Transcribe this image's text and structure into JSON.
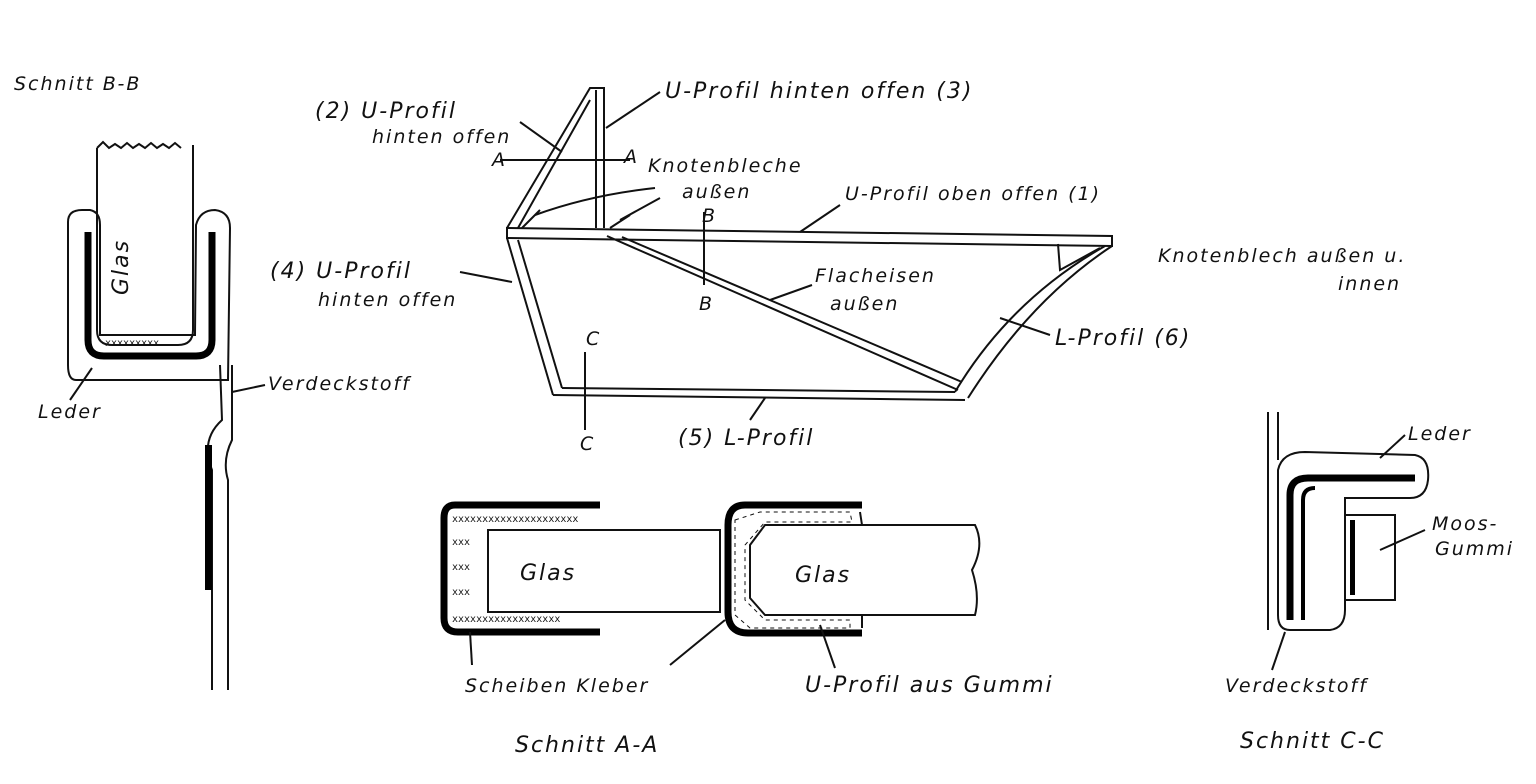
{
  "section_bb": {
    "title": "Schnitt B-B",
    "glass": "Glas",
    "leather": "Leder",
    "top_fabric": "Verdeckstoff"
  },
  "frame": {
    "u_profile_2": "(2) U-Profil",
    "u_profile_2_sub": "hinten offen",
    "u_profile_3": "U-Profil hinten offen (3)",
    "cut_a_left": "A",
    "cut_a_right": "A",
    "gussets": "Knotenbleche",
    "gussets_sub": "außen",
    "u_profile_1": "U-Profil oben offen (1)",
    "cut_b_top": "B",
    "cut_b_bottom": "B",
    "gusset_right": "Knotenblech außen u.",
    "gusset_right_sub": "innen",
    "u_profile_4": "(4) U-Profil",
    "u_profile_4_sub": "hinten offen",
    "flat_bar": "Flacheisen",
    "flat_bar_sub": "außen",
    "l_profile_6": "L-Profil (6)",
    "cut_c_top": "C",
    "cut_c_bottom": "C",
    "l_profile_5": "(5) L-Profil"
  },
  "section_aa": {
    "title": "Schnitt A-A",
    "glass_left": "Glas",
    "glass_right": "Glas",
    "adhesive": "Scheiben Kleber",
    "rubber_profile": "U-Profil aus Gummi"
  },
  "section_cc": {
    "title": "Schnitt C-C",
    "leather": "Leder",
    "moss_rubber": "Moos-",
    "moss_rubber_sub": "Gummi",
    "top_fabric": "Verdeckstoff"
  }
}
